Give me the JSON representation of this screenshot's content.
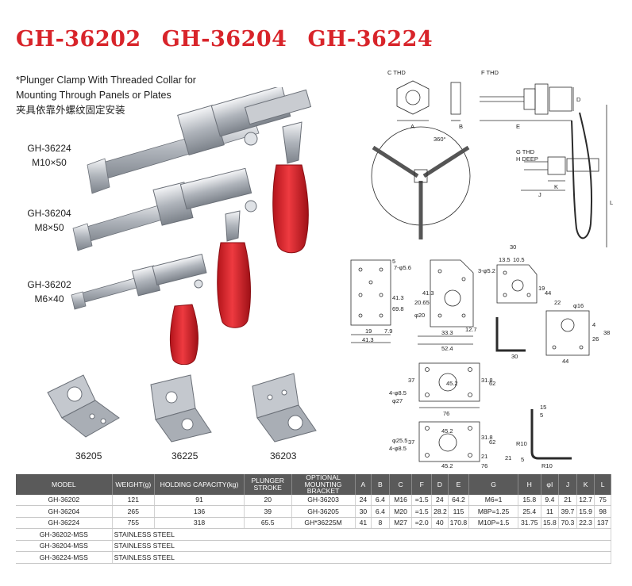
{
  "titles": [
    "GH-36202",
    "GH-36204",
    "GH-36224"
  ],
  "description": {
    "line1": "*Plunger Clamp With Threaded Collar for",
    "line2": "Mounting Through Panels or Plates",
    "line3": "夹具依靠外螺纹固定安装"
  },
  "products": [
    {
      "model": "GH-36224",
      "size": "M10×50"
    },
    {
      "model": "GH-36204",
      "size": "M8×50"
    },
    {
      "model": "GH-36202",
      "size": "M6×40"
    }
  ],
  "brackets": [
    "36205",
    "36225",
    "36203"
  ],
  "drawing_labels": {
    "c_thd": "C THD",
    "f_thd": "F THD",
    "g_thd": "G THD",
    "h_deep": "H DEEP",
    "a": "A",
    "b": "B",
    "e": "E",
    "d": "D",
    "j": "J",
    "k": "K",
    "l": "L",
    "angle": "360°",
    "b1_holes": "7-φ5.6",
    "b1_d1": "41.3",
    "b1_d2": "69.8",
    "b1_d3": "19",
    "b1_d4": "7.9",
    "b1_d5": "41.3",
    "b1_d6": "5",
    "b2_d1": "20.65",
    "b2_d2": "41.3",
    "b2_d3": "φ20",
    "b2_d4": "33.3",
    "b2_d5": "52.4",
    "b2_d6": "12.7",
    "b3_holes": "3-φ5.2",
    "b3_d1": "30",
    "b3_d2": "13.5",
    "b3_d3": "10.5",
    "b3_d4": "19",
    "b3_d5": "44",
    "b3_d6": "30",
    "b4_d1": "22",
    "b4_d2": "φ16",
    "b4_d3": "26",
    "b4_d4": "38",
    "b4_d5": "44",
    "b4_d6": "4",
    "b5_d1": "45.2",
    "b5_d2": "4-φ8.5",
    "b5_d3": "φ27",
    "b5_d4": "31.8",
    "b5_d5": "62",
    "b5_d6": "37",
    "b5_d7": "76",
    "b6_d1": "45.2",
    "b6_d2": "φ25.5",
    "b6_d3": "4-φ8.5",
    "b6_d4": "31.8",
    "b6_d5": "62",
    "b6_d6": "37",
    "b6_d7": "21",
    "b6_d8": "45.2",
    "b7_d1": "15",
    "b7_d2": "5",
    "b7_d3": "R10",
    "b7_d4": "R10",
    "b7_d5": "5",
    "b7_d6": "21",
    "b7_d7": "76"
  },
  "table": {
    "headers": [
      "MODEL",
      "WEIGHT(g)",
      "HOLDING CAPACITY(kg)",
      "PLUNGER STROKE",
      "OPTIONAL MOUNTING BRACKET",
      "A",
      "B",
      "C",
      "F",
      "D",
      "E",
      "G",
      "H",
      "φI",
      "J",
      "K",
      "L"
    ],
    "rows": [
      [
        "GH-36202",
        "121",
        "91",
        "20",
        "GH-36203",
        "24",
        "6.4",
        "M16",
        "=1.5",
        "24",
        "64.2",
        "M6=1",
        "15.8",
        "9.4",
        "21",
        "12.7",
        "75"
      ],
      [
        "GH-36204",
        "265",
        "136",
        "39",
        "GH-36205",
        "30",
        "6.4",
        "M20",
        "=1.5",
        "28.2",
        "115",
        "M8P=1.25",
        "25.4",
        "11",
        "39.7",
        "15.9",
        "98"
      ],
      [
        "GH-36224",
        "755",
        "318",
        "65.5",
        "GH*36225M",
        "41",
        "8",
        "M27",
        "=2.0",
        "40",
        "170.8",
        "M10P=1.5",
        "31.75",
        "15.8",
        "70.3",
        "22.3",
        "137"
      ]
    ],
    "mss_rows": [
      {
        "model": "GH-36202-MSS",
        "material": "STAINLESS STEEL"
      },
      {
        "model": "GH-36204-MSS",
        "material": "STAINLESS STEEL"
      },
      {
        "model": "GH-36224-MSS",
        "material": "STAINLESS STEEL"
      }
    ]
  },
  "colors": {
    "title": "#d8242a",
    "handle": "#d8232a",
    "header": "#5a5a5a",
    "steel": "#b8bcc2"
  }
}
